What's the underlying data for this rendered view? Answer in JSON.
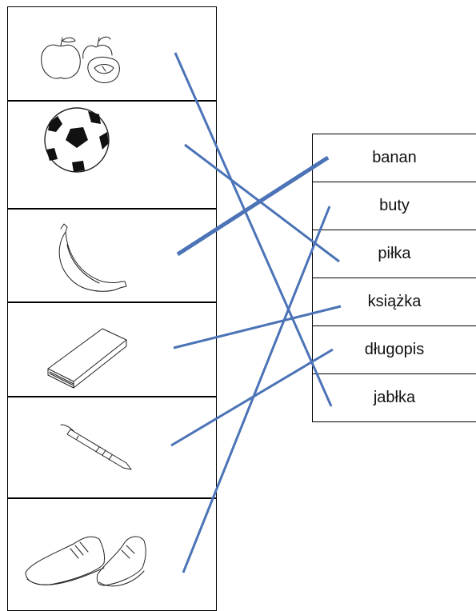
{
  "pictures": [
    {
      "id": "apples",
      "icon": "apples-icon"
    },
    {
      "id": "ball",
      "icon": "soccer-ball-icon"
    },
    {
      "id": "banana",
      "icon": "banana-icon"
    },
    {
      "id": "book",
      "icon": "book-icon"
    },
    {
      "id": "pen",
      "icon": "pen-icon"
    },
    {
      "id": "shoes",
      "icon": "shoes-icon"
    }
  ],
  "words": [
    "banan",
    "buty",
    "piłka",
    "książka",
    "długopis",
    "jabłka"
  ],
  "matches": [
    {
      "picture": "apples",
      "word": "jabłka"
    },
    {
      "picture": "ball",
      "word": "piłka"
    },
    {
      "picture": "banana",
      "word": "banan"
    },
    {
      "picture": "book",
      "word": "książka"
    },
    {
      "picture": "pen",
      "word": "długopis"
    },
    {
      "picture": "shoes",
      "word": "buty"
    }
  ],
  "line_color": "#4b73b6"
}
